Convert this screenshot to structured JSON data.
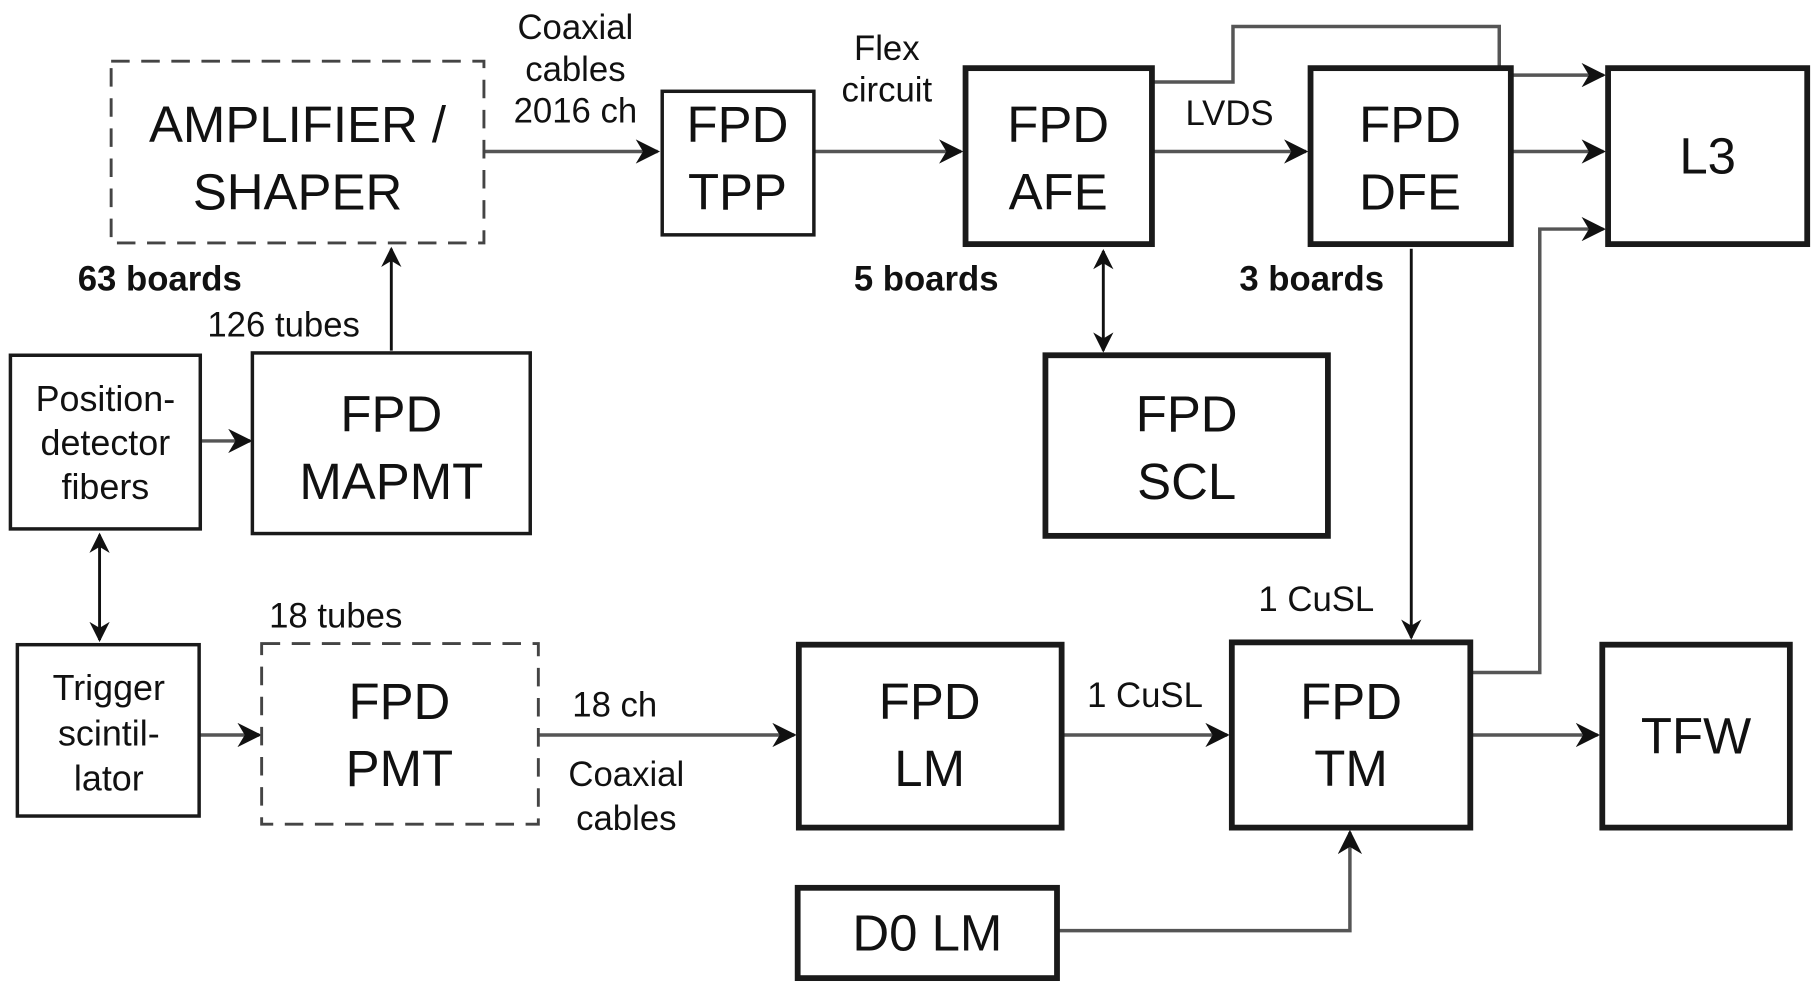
{
  "diagram": {
    "blocks": {
      "amplifier": {
        "line1": "AMPLIFIER /",
        "line2": "SHAPER",
        "style": "dashed"
      },
      "tpp": {
        "line1": "FPD",
        "line2": "TPP",
        "style": "thin"
      },
      "afe": {
        "line1": "FPD",
        "line2": "AFE",
        "style": "thick"
      },
      "dfe": {
        "line1": "FPD",
        "line2": "DFE",
        "style": "thick"
      },
      "l3": {
        "line1": "L3",
        "style": "thick"
      },
      "scl": {
        "line1": "FPD",
        "line2": "SCL",
        "style": "thick"
      },
      "fibers": {
        "line1": "Position-",
        "line2": "detector",
        "line3": "fibers",
        "style": "thin"
      },
      "mapmt": {
        "line1": "FPD",
        "line2": "MAPMT",
        "style": "thin"
      },
      "trigger": {
        "line1": "Trigger",
        "line2": "scintil-",
        "line3": "lator",
        "style": "thin"
      },
      "pmt": {
        "line1": "FPD",
        "line2": "PMT",
        "style": "dashed"
      },
      "lm": {
        "line1": "FPD",
        "line2": "LM",
        "style": "thick"
      },
      "tm": {
        "line1": "FPD",
        "line2": "TM",
        "style": "thick"
      },
      "tfw": {
        "line1": "TFW",
        "style": "thick"
      },
      "d0lm": {
        "line1": "D0 LM",
        "style": "thick"
      }
    },
    "labels": {
      "coax_top_1": "Coaxial",
      "coax_top_2": "cables",
      "coax_top_3": "2016 ch",
      "flex_1": "Flex",
      "flex_2": "circuit",
      "lvds": "LVDS",
      "boards_63": "63 boards",
      "tubes_126": "126 tubes",
      "boards_5": "5 boards",
      "boards_3": "3 boards",
      "tubes_18": "18 tubes",
      "ch_18": "18 ch",
      "coax_bottom_1": "Coaxial",
      "coax_bottom_2": "cables",
      "cusl_lm_tm": "1 CuSL",
      "cusl_dfe_tm": "1 CuSL"
    },
    "connections": [
      {
        "from": "AMPLIFIER / SHAPER",
        "to": "FPD TPP",
        "label": "Coaxial cables 2016 ch"
      },
      {
        "from": "FPD TPP",
        "to": "FPD AFE",
        "label": "Flex circuit"
      },
      {
        "from": "FPD AFE",
        "to": "FPD DFE",
        "label": "LVDS"
      },
      {
        "from": "FPD AFE",
        "to": "L3"
      },
      {
        "from": "FPD DFE",
        "to": "L3"
      },
      {
        "from": "FPD TM",
        "to": "L3"
      },
      {
        "from": "FPD AFE",
        "to": "FPD SCL",
        "bidirectional": true
      },
      {
        "from": "FPD MAPMT",
        "to": "AMPLIFIER / SHAPER",
        "label": "126 tubes"
      },
      {
        "from": "Position-detector fibers",
        "to": "FPD MAPMT"
      },
      {
        "from": "Position-detector fibers",
        "to": "Trigger scintillator",
        "bidirectional": true
      },
      {
        "from": "Trigger scintillator",
        "to": "FPD PMT"
      },
      {
        "from": "FPD PMT",
        "to": "FPD LM",
        "label": "18 ch Coaxial cables"
      },
      {
        "from": "FPD LM",
        "to": "FPD TM",
        "label": "1 CuSL"
      },
      {
        "from": "FPD DFE",
        "to": "FPD TM",
        "label": "1 CuSL"
      },
      {
        "from": "FPD TM",
        "to": "TFW"
      },
      {
        "from": "D0 LM",
        "to": "FPD TM"
      }
    ]
  }
}
